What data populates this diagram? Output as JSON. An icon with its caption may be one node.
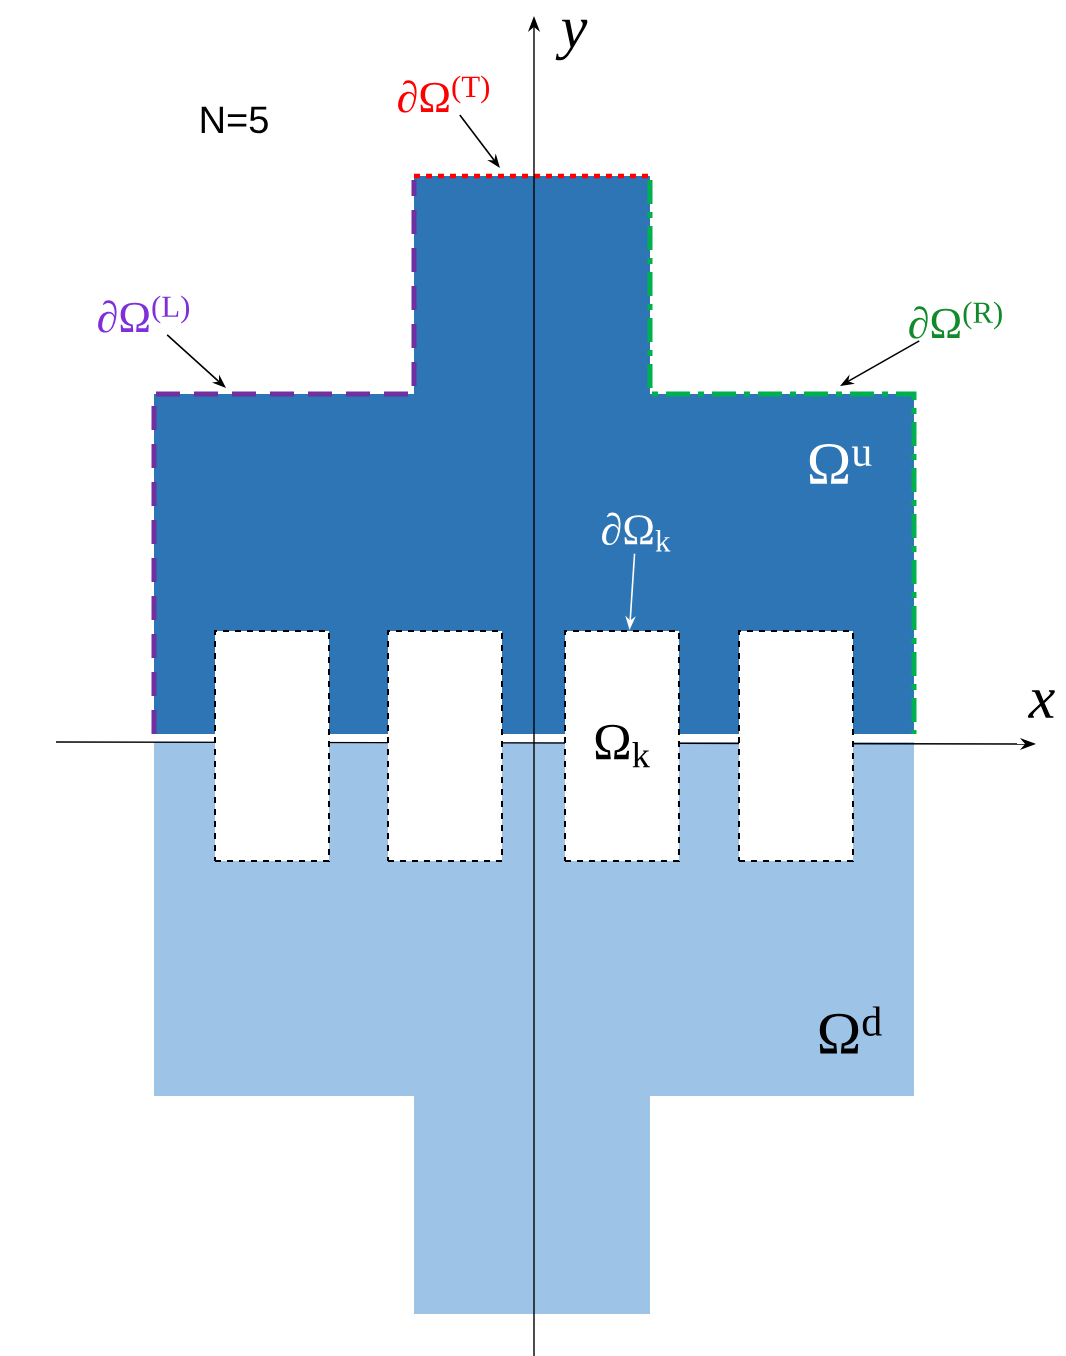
{
  "diagram": {
    "nodes": [
      {
        "text": [
          "Ω$^{u}$"
        ]
      },
      {
        "text": [
          "Ω$^{d}$"
        ]
      },
      {
        "text": [],
        "shape": "box"
      },
      {
        "text": [],
        "shape": "box"
      },
      {
        "text": [
          "Ω$_{k}$"
        ]
      },
      {
        "text": [],
        "shape": "box"
      },
      {
        "text": [
          "∂Ω$^{(T)}$"
        ]
      },
      {
        "text": [
          "∂Ω$^{(L)}$"
        ]
      },
      {
        "text": [
          "∂Ω$^{(R)}$"
        ]
      },
      {
        "text": [
          "∂Ω$_{k}$"
        ],
        "in": 0
      }
    ],
    "edges": [
      {
        "from": 6,
        "to": 0,
        "arrow": "to"
      },
      {
        "from": 7,
        "to": 0,
        "arrow": "to"
      },
      {
        "from": 8,
        "to": 0,
        "arrow": "to"
      },
      {
        "from": 9,
        "to": 4,
        "arrow": "to",
        "color": "#ffffff"
      }
    ],
    "labels": [
      "N=5",
      "x",
      "y"
    ]
  }
}
